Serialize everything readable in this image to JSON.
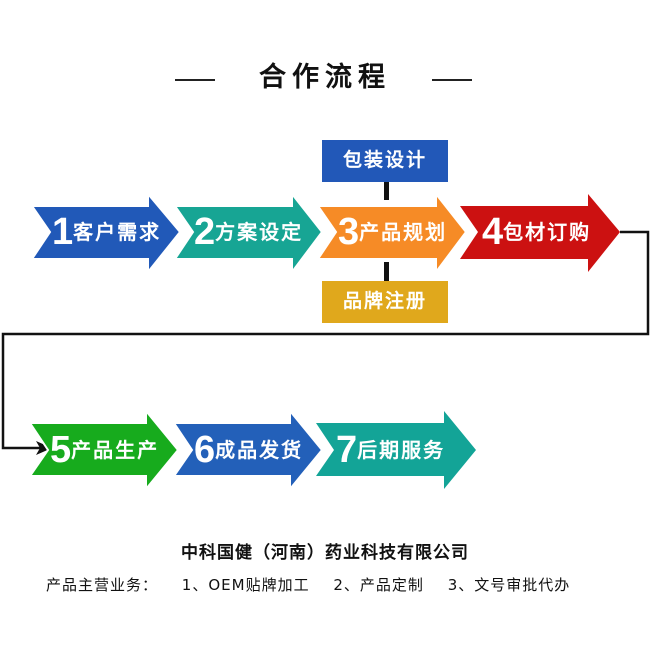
{
  "header": {
    "title": "合作流程"
  },
  "colors": {
    "step1": "#2159b8",
    "step2": "#17a594",
    "step3": "#f68b26",
    "step4": "#cc1111",
    "step5": "#17ab1d",
    "step6": "#2360b9",
    "step7": "#13a497",
    "packaging_box": "#2258b8",
    "brand_box": "#e0a81c",
    "connector": "#111111"
  },
  "flow": {
    "row1": [
      {
        "num": "1",
        "label": "客户需求"
      },
      {
        "num": "2",
        "label": "方案设定"
      },
      {
        "num": "3",
        "label": "产品规划"
      },
      {
        "num": "4",
        "label": "包材订购"
      }
    ],
    "row2": [
      {
        "num": "5",
        "label": "产品生产"
      },
      {
        "num": "6",
        "label": "成品发货"
      },
      {
        "num": "7",
        "label": "后期服务"
      }
    ],
    "branches": {
      "top": "包装设计",
      "bottom": "品牌注册"
    }
  },
  "footer": {
    "company": "中科国健（河南）药业科技有限公司",
    "business_label": "产品主营业务：",
    "business_items": [
      "1、OEM贴牌加工",
      "2、产品定制",
      "3、文号审批代办"
    ]
  }
}
